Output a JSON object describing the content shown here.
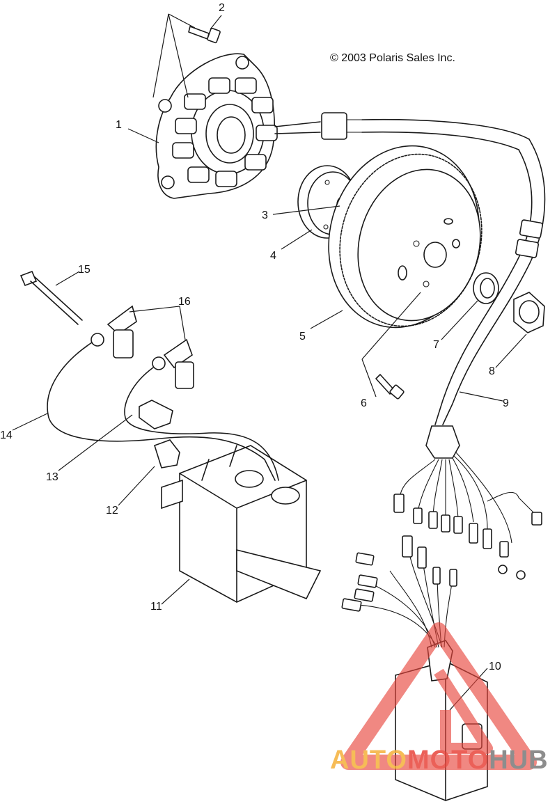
{
  "copyright": "© 2003 Polaris Sales Inc.",
  "callouts": [
    "1",
    "2",
    "3",
    "4",
    "5",
    "6",
    "7",
    "8",
    "9",
    "10",
    "11",
    "12",
    "13",
    "14",
    "15",
    "16"
  ],
  "watermark": {
    "part1": "AUTO",
    "part2": "MOTO",
    "part3": "HUB",
    "color_orange": "#f5b13a",
    "color_red": "#e8453c",
    "color_gray": "#7a7a7a"
  }
}
